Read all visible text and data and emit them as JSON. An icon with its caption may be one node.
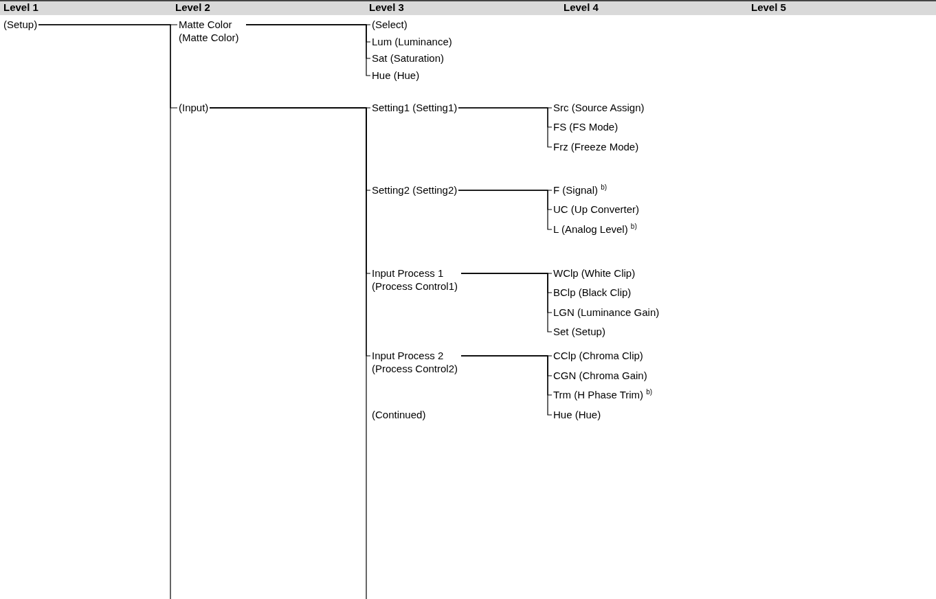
{
  "diagram": {
    "nodes": [
      {
        "text": [
          "(Setup)"
        ]
      },
      {
        "text": [
          "Matte Color (Matte Color)"
        ]
      },
      {
        "text": [
          "(Select)"
        ]
      },
      {
        "text": [
          "Lum (Luminance)"
        ]
      },
      {
        "text": [
          "Sat (Saturation)"
        ]
      },
      {
        "text": [
          "Hue (Hue)"
        ]
      },
      {
        "text": [
          "(Input)"
        ]
      },
      {
        "text": [
          "Setting1 (Setting1)"
        ]
      },
      {
        "text": [
          "Src (Source Assign)"
        ]
      },
      {
        "text": [
          "FS (FS Mode)"
        ]
      },
      {
        "text": [
          "Frz (Freeze Mode)"
        ]
      },
      {
        "text": [
          "Setting2 (Setting2)"
        ]
      },
      {
        "text": [
          "F (Signal) $^{b)}$"
        ]
      },
      {
        "text": [
          "UC (Up Converter)"
        ]
      },
      {
        "text": [
          "L (Analog Level) $^{b)}$"
        ]
      },
      {
        "text": [
          "Input Process 1 (Process Control1)"
        ]
      },
      {
        "text": [
          "WClp (White Clip)"
        ]
      },
      {
        "text": [
          "BClp (Black Clip)"
        ]
      },
      {
        "text": [
          "LGN (Luminance Gain)"
        ]
      },
      {
        "text": [
          "Set (Setup)"
        ]
      },
      {
        "text": [
          "Input Process 2 (Process Control2)"
        ]
      },
      {
        "text": [
          "CClp (Chroma Clip)"
        ]
      },
      {
        "text": [
          "CGN (Chroma Gain)"
        ]
      },
      {
        "text": [
          "Trm (H Phase Trim) $^{b)}$"
        ]
      },
      {
        "text": [
          "Hue (Hue)"
        ]
      }
    ],
    "edges": [
      {
        "from": 0,
        "to": 1,
        "arrow": "none"
      },
      {
        "from": 1,
        "to": 2,
        "arrow": "none"
      },
      {
        "from": 1,
        "to": 3,
        "arrow": "none"
      },
      {
        "from": 1,
        "to": 4,
        "arrow": "none"
      },
      {
        "from": 1,
        "to": 5,
        "arrow": "none"
      },
      {
        "from": 0,
        "to": 6,
        "arrow": "none"
      },
      {
        "from": 6,
        "to": 7,
        "arrow": "none"
      },
      {
        "from": 7,
        "to": 8,
        "arrow": "none"
      },
      {
        "from": 7,
        "to": 9,
        "arrow": "none"
      },
      {
        "from": 7,
        "to": 10,
        "arrow": "none"
      },
      {
        "from": 6,
        "to": 11,
        "arrow": "none"
      },
      {
        "from": 11,
        "to": 12,
        "arrow": "none"
      },
      {
        "from": 11,
        "to": 13,
        "arrow": "none"
      },
      {
        "from": 11,
        "to": 14,
        "arrow": "none"
      },
      {
        "from": 6,
        "to": 15,
        "arrow": "none"
      },
      {
        "from": 15,
        "to": 16,
        "arrow": "none"
      },
      {
        "from": 15,
        "to": 17,
        "arrow": "none"
      },
      {
        "from": 15,
        "to": 18,
        "arrow": "none"
      },
      {
        "from": 15,
        "to": 19,
        "arrow": "none"
      },
      {
        "from": 6,
        "to": 20,
        "arrow": "none"
      },
      {
        "from": 20,
        "to": 21,
        "arrow": "none"
      },
      {
        "from": 20,
        "to": 22,
        "arrow": "none"
      },
      {
        "from": 20,
        "to": 23,
        "arrow": "none"
      },
      {
        "from": 20,
        "to": 24,
        "arrow": "none"
      },
      {
        "from": 0,
        "to": null,
        "arrow": "none"
      },
      {
        "from": 6,
        "to": null,
        "arrow": "none"
      }
    ],
    "labels": [
      "Level 1",
      "Level 2",
      "Level 3",
      "Level 4",
      "Level 5",
      "(Continued)"
    ]
  }
}
